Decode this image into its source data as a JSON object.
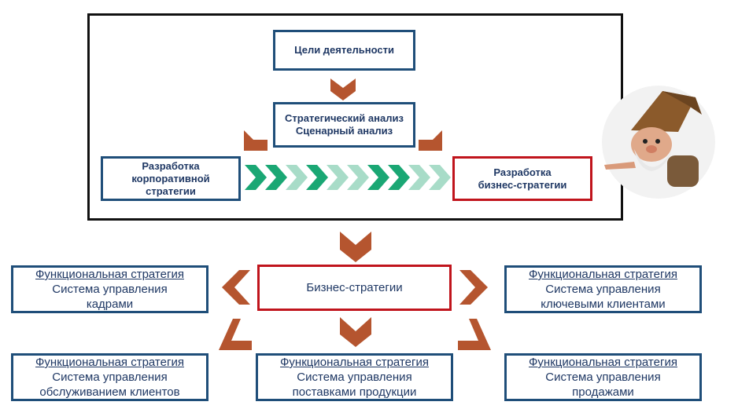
{
  "top": {
    "goals": "Цели деятельности",
    "analysis_line1": "Стратегический анализ",
    "analysis_line2": "Сценарный анализ",
    "corporate_line1": "Разработка",
    "corporate_line2": "корпоративной",
    "corporate_line3": "стратегии",
    "business_line1": "Разработка",
    "business_line2": "бизнес-стратегии"
  },
  "center": {
    "label": "Бизнес-стратегии"
  },
  "functional": [
    {
      "title": "Функциональная стратегия",
      "line1": "Система управления",
      "line2": "кадрами"
    },
    {
      "title": "Функциональная стратегия",
      "line1": "Система управления",
      "line2": "ключевыми клиентами"
    },
    {
      "title": "Функциональная стратегия",
      "line1": "Система управления",
      "line2": "обслуживанием клиентов"
    },
    {
      "title": "Функциональная стратегия",
      "line1": "Система управления",
      "line2": "поставками продукции"
    },
    {
      "title": "Функциональная стратегия",
      "line1": "Система управления",
      "line2": "продажами"
    }
  ],
  "colors": {
    "navy": "#1f3864",
    "red_border": "#c0141c",
    "arrow_brown": "#b5552f",
    "chevron_dark": "#1aa774",
    "chevron_light": "#a8dcc8"
  },
  "icons": {
    "mascot": "gnome-pointing"
  }
}
